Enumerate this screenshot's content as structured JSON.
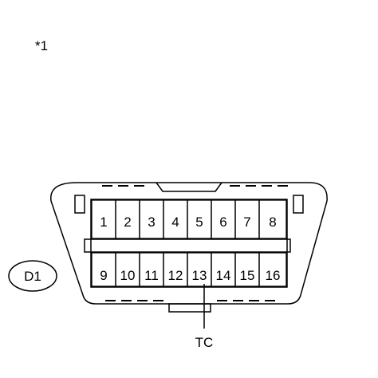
{
  "note": "*1",
  "connector": {
    "name": "D1",
    "pins_top": [
      "1",
      "2",
      "3",
      "4",
      "5",
      "6",
      "7",
      "8"
    ],
    "pins_bottom": [
      "9",
      "10",
      "11",
      "12",
      "13",
      "14",
      "15",
      "16"
    ],
    "callout": "TC"
  }
}
